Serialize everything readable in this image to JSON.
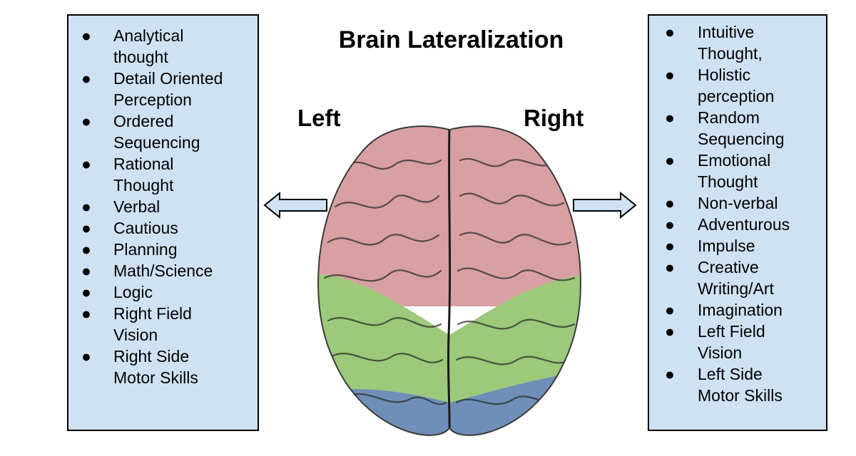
{
  "title": "Brain Lateralization",
  "left": {
    "label": "Left",
    "traits": [
      "Analytical\nthought",
      "Detail Oriented\nPerception",
      "Ordered\nSequencing",
      "Rational\nThought",
      "Verbal",
      "Cautious",
      "Planning",
      "Math/Science",
      "Logic",
      "Right Field\nVision",
      "Right Side\nMotor Skills"
    ]
  },
  "right": {
    "label": "Right",
    "traits": [
      "Intuitive\nThought,",
      "Holistic\nperception",
      "Random\nSequencing",
      "Emotional\nThought",
      "Non-verbal",
      "Adventurous",
      "Impulse",
      "Creative\nWriting/Art",
      "Imagination",
      "Left Field\nVision",
      "Left Side\nMotor Skills"
    ]
  },
  "bullet": "●",
  "colors": {
    "panel": "#cfe2f3",
    "frontal_lobe": "#d9a0a3",
    "parietal_lobe": "#9cc97a",
    "occipital_lobe": "#6f8fb8",
    "arrow_fill": "#cfe2f3"
  }
}
